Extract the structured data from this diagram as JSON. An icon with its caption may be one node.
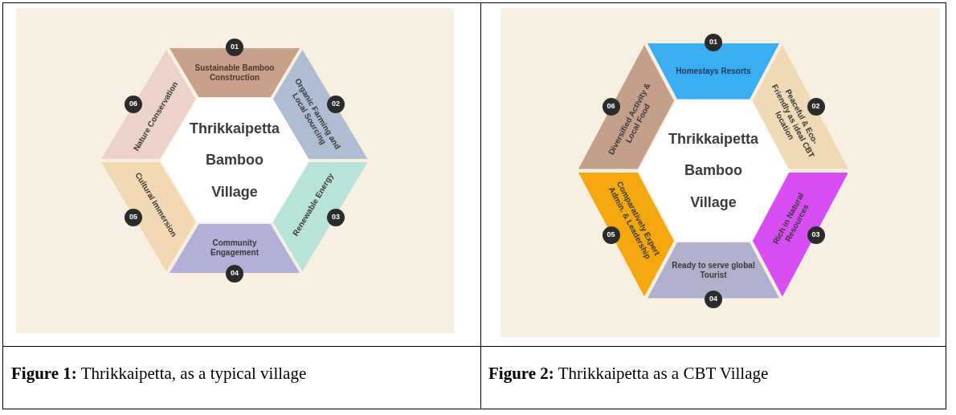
{
  "diagram": {
    "nodes": [
      {
        "text": [
          "Thrikkaipetta Bamboo Village"
        ]
      },
      {
        "text": [
          "Sustainable Bamboo Construction"
        ],
        "beside": [
          "01"
        ]
      },
      {
        "text": [
          "Organic Farming and Local Sourcing"
        ],
        "beside": [
          "02"
        ]
      },
      {
        "text": [
          "Renewable Energy"
        ],
        "beside": [
          "03"
        ]
      },
      {
        "text": [
          "Community Engagement"
        ],
        "beside": [
          "04"
        ]
      },
      {
        "text": [
          "Cultural Immersion"
        ],
        "beside": [
          "05"
        ]
      },
      {
        "text": [
          "Nature Conservation"
        ],
        "beside": [
          "06"
        ]
      },
      {
        "text": [
          "Thrikkaipetta Bamboo Village"
        ]
      },
      {
        "text": [
          "Homestays Resorts"
        ],
        "beside": [
          "01"
        ]
      },
      {
        "text": [
          "Peaceful & Eco-Friendly as ideal CBT location"
        ],
        "beside": [
          "02"
        ]
      },
      {
        "text": [
          "Rich in Natural Resources"
        ],
        "beside": [
          "03"
        ]
      },
      {
        "text": [
          "Ready to serve global Tourist"
        ],
        "beside": [
          "04"
        ]
      },
      {
        "text": [
          "Comparatively Expert Admin. & Leadership"
        ],
        "beside": [
          "05"
        ]
      },
      {
        "text": [
          "Diversified Activity & Local Food"
        ],
        "beside": [
          "06"
        ]
      }
    ],
    "edges": [],
    "labels": [
      "**Figure 1:** Thrikkaipetta, as a typical village",
      "**Figure 2:** Thrikkaipetta as a CBT Village"
    ]
  }
}
